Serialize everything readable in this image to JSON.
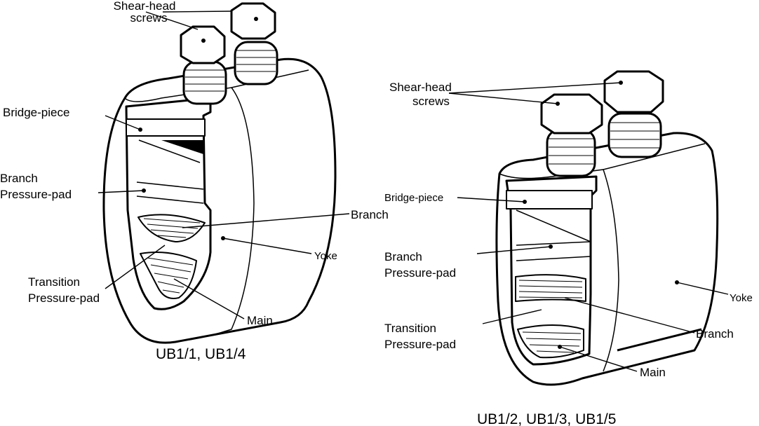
{
  "left": {
    "labels": {
      "shear1": "Shear-head",
      "shear2": "screws",
      "bridge": "Bridge-piece",
      "bpp1": "Branch",
      "bpp2": "Pressure-pad",
      "branch": "Branch",
      "yoke": "Yoke",
      "tpp1": "Transition",
      "tpp2": "Pressure-pad",
      "main": "Main"
    },
    "caption": "UB1/1, UB1/4"
  },
  "right": {
    "labels": {
      "shear1": "Shear-head",
      "shear2": "screws",
      "bridge": "Bridge-piece",
      "bpp1": "Branch",
      "bpp2": "Pressure-pad",
      "yoke": "Yoke",
      "tpp1": "Transition",
      "tpp2": "Pressure-pad",
      "branch": "Branch",
      "main": "Main"
    },
    "caption": "UB1/2, UB1/3, UB1/5"
  }
}
